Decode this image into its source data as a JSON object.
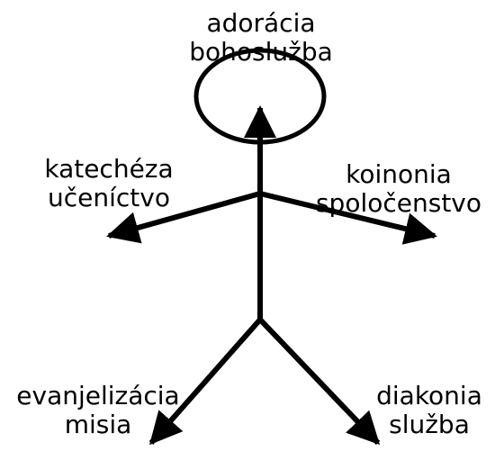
{
  "diagram": {
    "stroke_color": "#000000",
    "background_color": "#ffffff",
    "labels": {
      "top": {
        "line1": "adorácia",
        "line2": "bohoslužba"
      },
      "left": {
        "line1": "katechéza",
        "line2": "učeníctvo"
      },
      "right": {
        "line1": "koinonia",
        "line2": "spoločenstvo"
      },
      "bottom_left": {
        "line1": "evanjelizácia",
        "line2": "misia"
      },
      "bottom_right": {
        "line1": "diakonia",
        "line2": "služba"
      }
    }
  }
}
